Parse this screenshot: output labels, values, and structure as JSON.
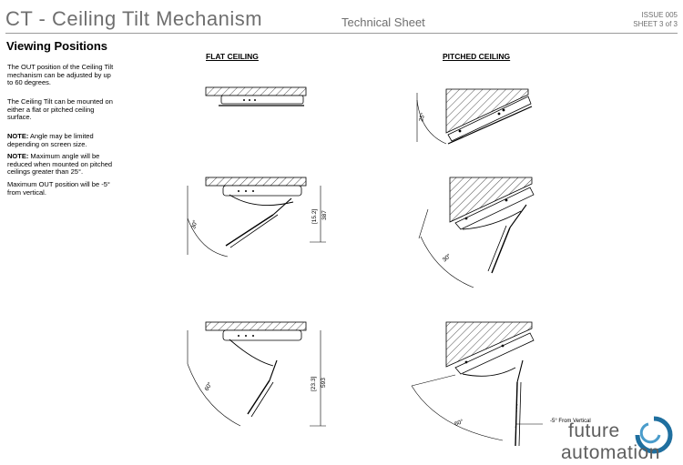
{
  "header": {
    "title": "CT - Ceiling Tilt Mechanism",
    "sheet_name": "Technical Sheet",
    "issue": "ISSUE 005",
    "sheet": "SHEET 3 of 3"
  },
  "section": {
    "title": "Viewing Positions"
  },
  "notes": {
    "p1": "The OUT position of the Ceiling Tilt mechanism can be adjusted by up to 60 degrees.",
    "p2": "The Ceiling Tilt can be mounted on either a flat or pitched ceiling surface.",
    "p3_bold": "NOTE:",
    "p3": " Angle may be limited depending on screen size.",
    "p4_bold": "NOTE:",
    "p4": " Maximum angle will be reduced when mounted on pitched ceilings greater than 25°.",
    "p5": "Maximum OUT position will be -5° from vertical."
  },
  "columns": {
    "flat": "FLAT CEILING",
    "pitched": "PITCHED CEILING"
  },
  "dimensions": {
    "flat_angle_1": "30°",
    "flat_drop_1": "[15.2]",
    "flat_drop_1b": "387",
    "flat_angle_2": "60°",
    "flat_drop_2": "[23.3]",
    "flat_drop_2b": "593",
    "pitch_angle_0": "25°",
    "pitch_angle_1": "30°",
    "pitch_angle_2": "60°",
    "vertical_note": "-5° From Vertical"
  },
  "brand": {
    "line1": "future",
    "line2": "automation"
  },
  "colors": {
    "title_grey": "#6f6f6f",
    "logo_blue": "#1f6f9f"
  }
}
